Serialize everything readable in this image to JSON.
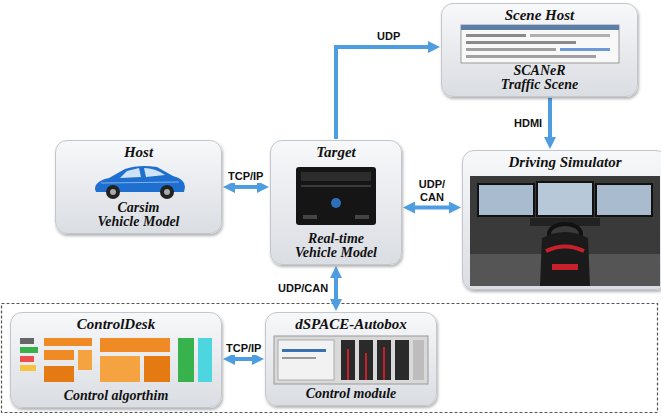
{
  "diagram": {
    "nodes": [
      {
        "text": [
          "Host",
          "Carsim Vehicle Model"
        ]
      },
      {
        "text": [
          "Target",
          "Real-time Vehicle Model"
        ]
      },
      {
        "text": [
          "Scene Host",
          "SCANeR Traffic Scene"
        ]
      },
      {
        "text": [
          "Driving Simulator"
        ]
      },
      {
        "text": [
          "ControlDesk",
          "Control algorthim"
        ]
      },
      {
        "text": [
          "dSPACE-Autobox",
          "Control module"
        ]
      }
    ],
    "edges": [
      {
        "from": 0,
        "to": 1,
        "arrow": "both",
        "label": "TCP/IP"
      },
      {
        "from": 1,
        "to": 2,
        "arrow": "to",
        "label": "UDP"
      },
      {
        "from": 2,
        "to": 3,
        "arrow": "to",
        "label": "HDMI"
      },
      {
        "from": 1,
        "to": 3,
        "arrow": "both",
        "label": "UDP/ CAN"
      },
      {
        "from": 1,
        "to": 5,
        "arrow": "both",
        "label": "UDP/CAN"
      },
      {
        "from": 4,
        "to": 5,
        "arrow": "both",
        "label": "TCP/IP"
      }
    ]
  }
}
